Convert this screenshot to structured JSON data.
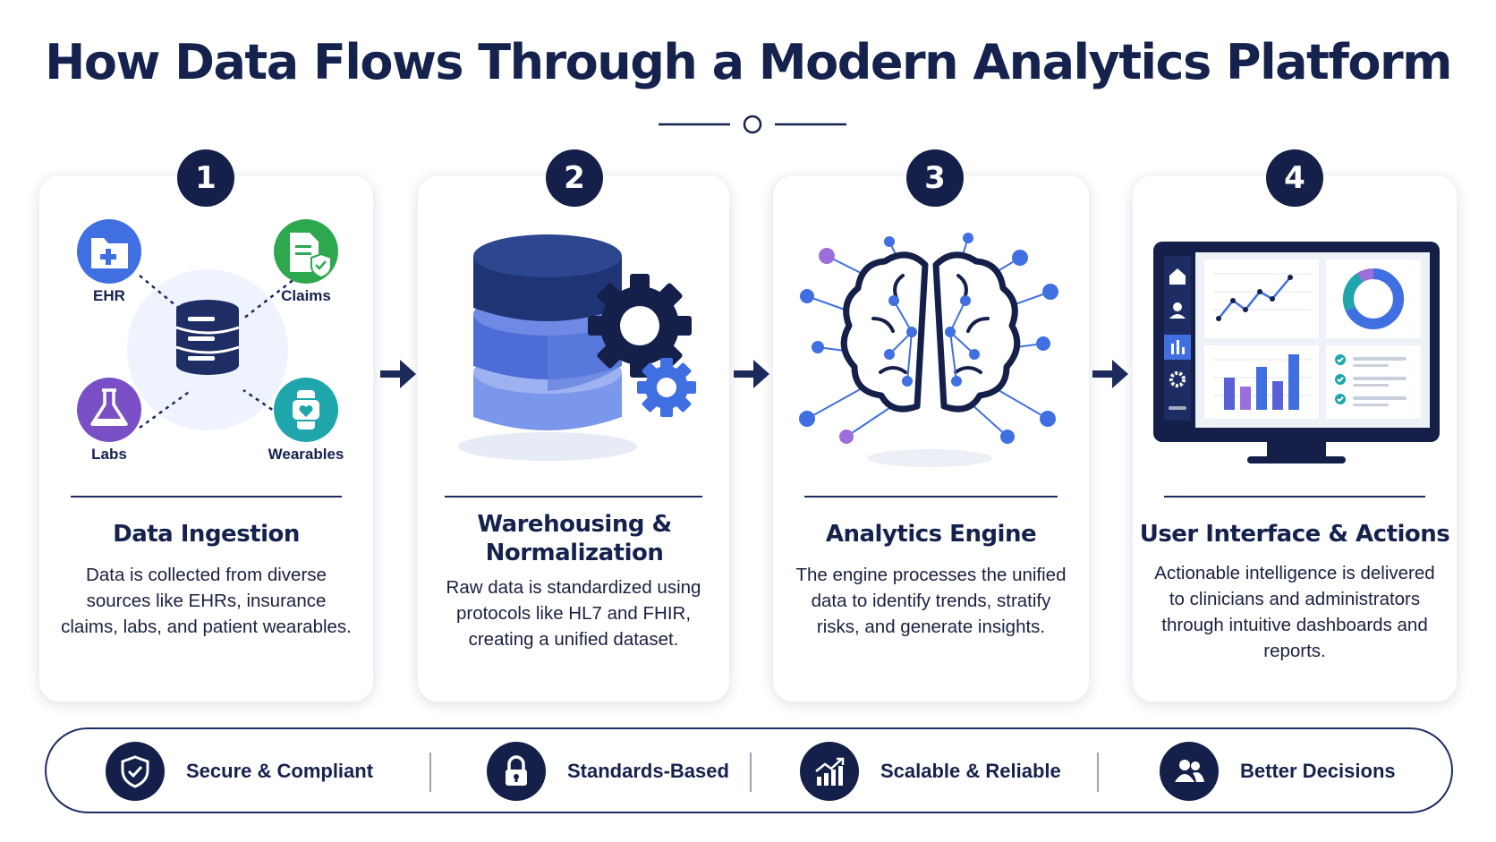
{
  "title": "How Data Flows Through a Modern Analytics Platform",
  "colors": {
    "navy": "#14204a",
    "blue": "#3f6fe0",
    "green": "#2ea84f",
    "purple": "#7a4fc6",
    "teal": "#1fa6ad"
  },
  "steps": [
    {
      "number": "1",
      "title": "Data Ingestion",
      "description": "Data is collected from diverse sources like EHRs, insurance claims, labs, and patient wearables.",
      "sources": [
        "EHR",
        "Claims",
        "Labs",
        "Wearables"
      ],
      "icons": [
        "folder-plus-icon",
        "document-shield-icon",
        "flask-icon",
        "smartwatch-icon",
        "database-icon"
      ]
    },
    {
      "number": "2",
      "title": "Warehousing & Normalization",
      "description": "Raw data is standardized using protocols like HL7 and FHIR, creating a unified dataset.",
      "icons": [
        "database-stack-icon",
        "gear-icon"
      ]
    },
    {
      "number": "3",
      "title": "Analytics Engine",
      "description": "The engine processes the unified data to identify trends, stratify risks, and generate insights.",
      "icons": [
        "brain-network-icon"
      ]
    },
    {
      "number": "4",
      "title": "User Interface & Actions",
      "description": "Actionable intelligence is delivered to clinicians and administrators through intuitive dashboards and reports.",
      "icons": [
        "dashboard-monitor-icon",
        "home-icon",
        "user-icon",
        "bar-chart-icon",
        "gear-icon"
      ]
    }
  ],
  "features": [
    {
      "label": "Secure & Compliant",
      "icon": "shield-check-icon"
    },
    {
      "label": "Standards-Based",
      "icon": "padlock-icon"
    },
    {
      "label": "Scalable & Reliable",
      "icon": "growth-chart-icon"
    },
    {
      "label": "Better Decisions",
      "icon": "users-icon"
    }
  ]
}
